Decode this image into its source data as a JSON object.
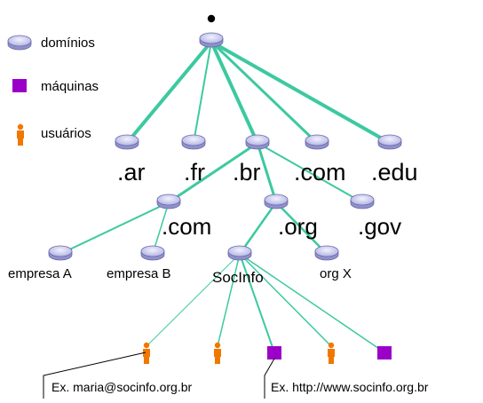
{
  "legend": {
    "domains": "domínios",
    "machines": "máquinas",
    "users": "usuários"
  },
  "root_label": "",
  "tlds": [
    ".ar",
    ".fr",
    ".br",
    ".com",
    ".edu"
  ],
  "br_subdomains": [
    ".com",
    ".org",
    ".gov"
  ],
  "com_entries": [
    "empresa A",
    "empresa B"
  ],
  "org_entries": [
    "SocInfo",
    "org X"
  ],
  "examples": {
    "user": "Ex. maria@socinfo.org.br",
    "machine": "Ex. http://www.socinfo.org.br"
  },
  "colors": {
    "edge": "#3cc9a0",
    "domain_fill": "#c8c8f0",
    "domain_stroke": "#6a6aa8",
    "machine": "#9b00c8",
    "user": "#f07800"
  }
}
